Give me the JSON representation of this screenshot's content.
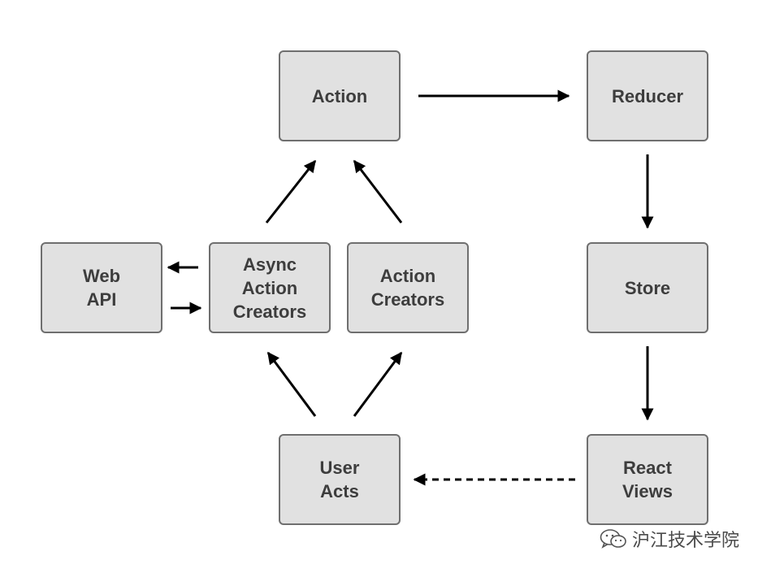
{
  "nodes": {
    "action": {
      "lines": [
        "Action"
      ]
    },
    "reducer": {
      "lines": [
        "Reducer"
      ]
    },
    "web_api": {
      "lines": [
        "Web",
        "API"
      ]
    },
    "async_action_creators": {
      "lines": [
        "Async",
        "Action",
        "Creators"
      ]
    },
    "action_creators": {
      "lines": [
        "Action",
        "Creators"
      ]
    },
    "store": {
      "lines": [
        "Store"
      ]
    },
    "user_acts": {
      "lines": [
        "User",
        "Acts"
      ]
    },
    "react_views": {
      "lines": [
        "React",
        "Views"
      ]
    }
  },
  "edges": [
    {
      "from": "Action",
      "to": "Reducer",
      "style": "solid"
    },
    {
      "from": "Reducer",
      "to": "Store",
      "style": "solid"
    },
    {
      "from": "Store",
      "to": "React Views",
      "style": "solid"
    },
    {
      "from": "React Views",
      "to": "User Acts",
      "style": "dashed"
    },
    {
      "from": "User Acts",
      "to": "Async Action Creators",
      "style": "solid"
    },
    {
      "from": "User Acts",
      "to": "Action Creators",
      "style": "solid"
    },
    {
      "from": "Async Action Creators",
      "to": "Action",
      "style": "solid"
    },
    {
      "from": "Action Creators",
      "to": "Action",
      "style": "solid"
    },
    {
      "from": "Async Action Creators",
      "to": "Web API",
      "style": "solid"
    },
    {
      "from": "Web API",
      "to": "Async Action Creators",
      "style": "solid"
    }
  ],
  "watermark": {
    "text": "沪江技术学院",
    "icon": "wechat-icon"
  },
  "colors": {
    "node_fill": "#e1e1e1",
    "node_border": "#6f6f6f",
    "text": "#3d3d3d",
    "arrow": "#000000"
  }
}
